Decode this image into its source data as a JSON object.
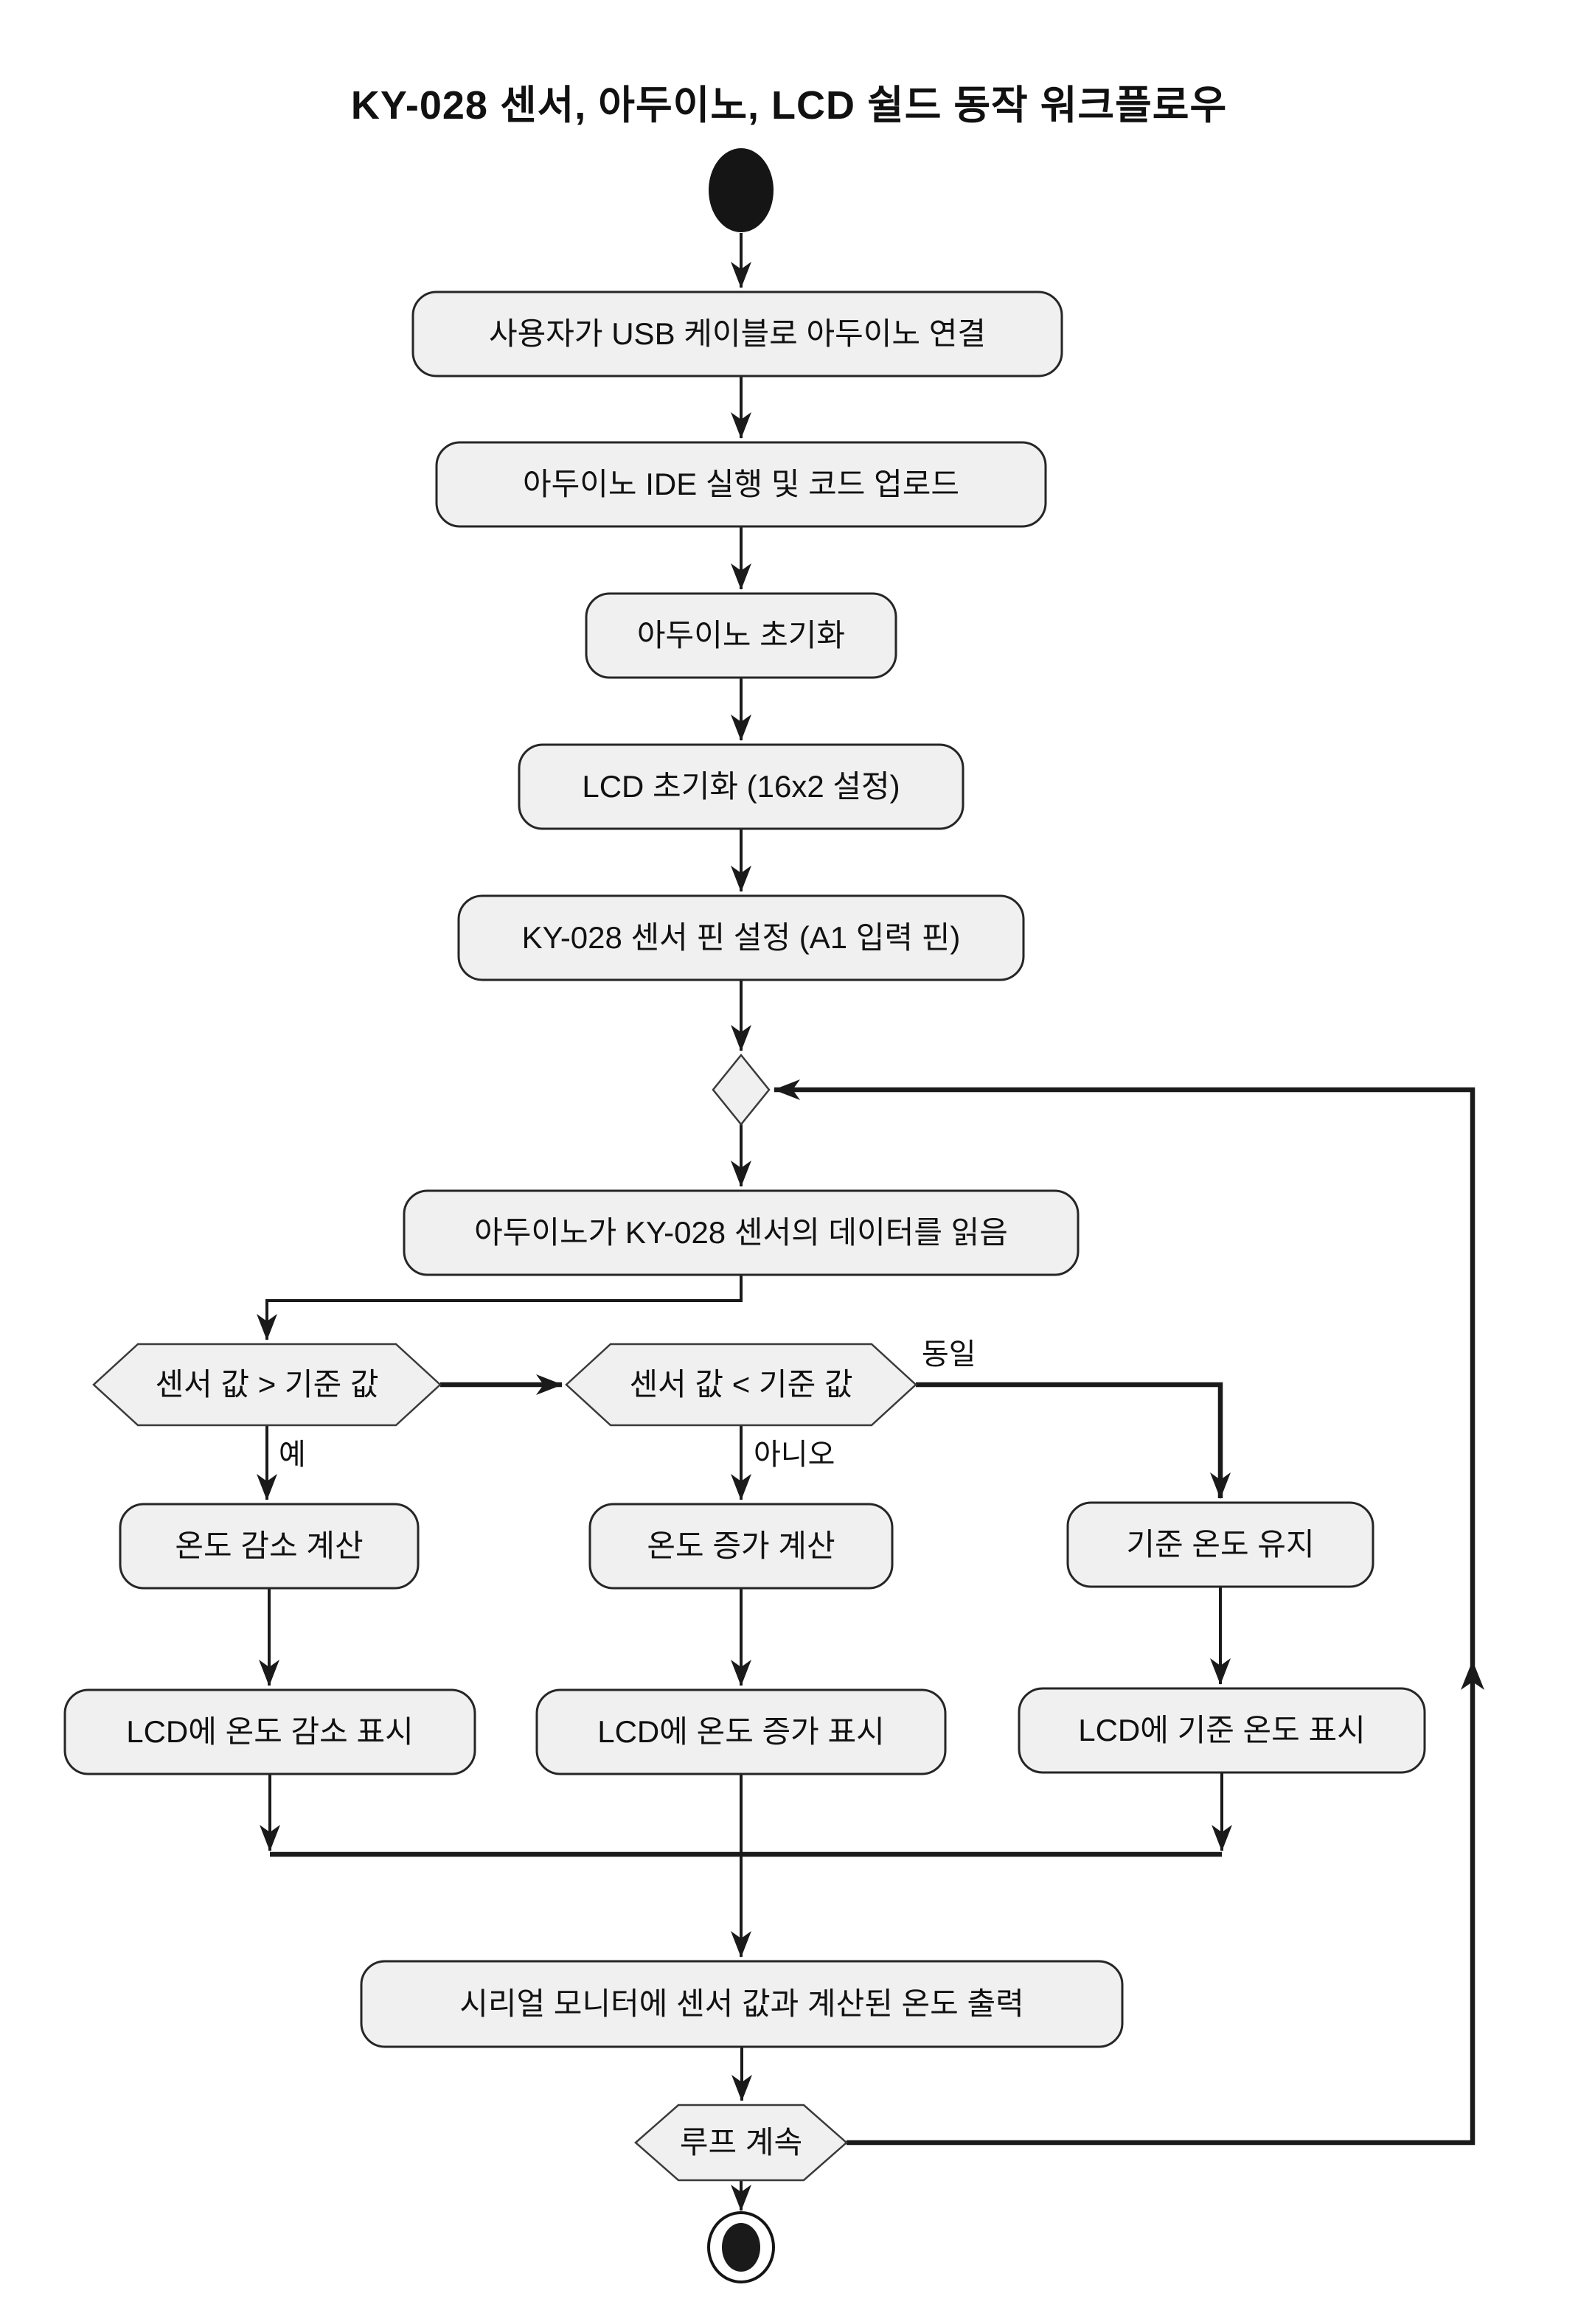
{
  "title": "KY-028 센서, 아두이노, LCD 쉴드 동작 워크플로우",
  "nodes": {
    "connect_usb": "사용자가 USB 케이블로 아두이노 연결",
    "run_ide": "아두이노 IDE 실행 및 코드 업로드",
    "init_arduino": "아두이노 초기화",
    "init_lcd": "LCD 초기화 (16x2 설정)",
    "setup_pin": "KY-028 센서 핀 설정 (A1 입력 핀)",
    "read_sensor": "아두이노가 KY-028 센서의 데이터를 읽음",
    "cond_greater": "센서 값 > 기준 값",
    "cond_less": "센서 값 < 기준 값",
    "calc_decrease": "온도 감소 계산",
    "calc_increase": "온도 증가 계산",
    "keep_base": "기준 온도 유지",
    "lcd_decrease": "LCD에 온도 감소 표시",
    "lcd_increase": "LCD에 온도 증가 표시",
    "lcd_base": "LCD에 기준 온도 표시",
    "serial_output": "시리얼 모니터에 센서 값과 계산된 온도 출력",
    "loop_continue": "루프 계속"
  },
  "edge_labels": {
    "yes": "예",
    "no": "아니오",
    "equal": "동일"
  },
  "colors": {
    "background": "#ffffff",
    "node_fill": "#f0f0f0",
    "node_border": "#262626",
    "edge": "#1a1a1a",
    "text": "#111111"
  }
}
